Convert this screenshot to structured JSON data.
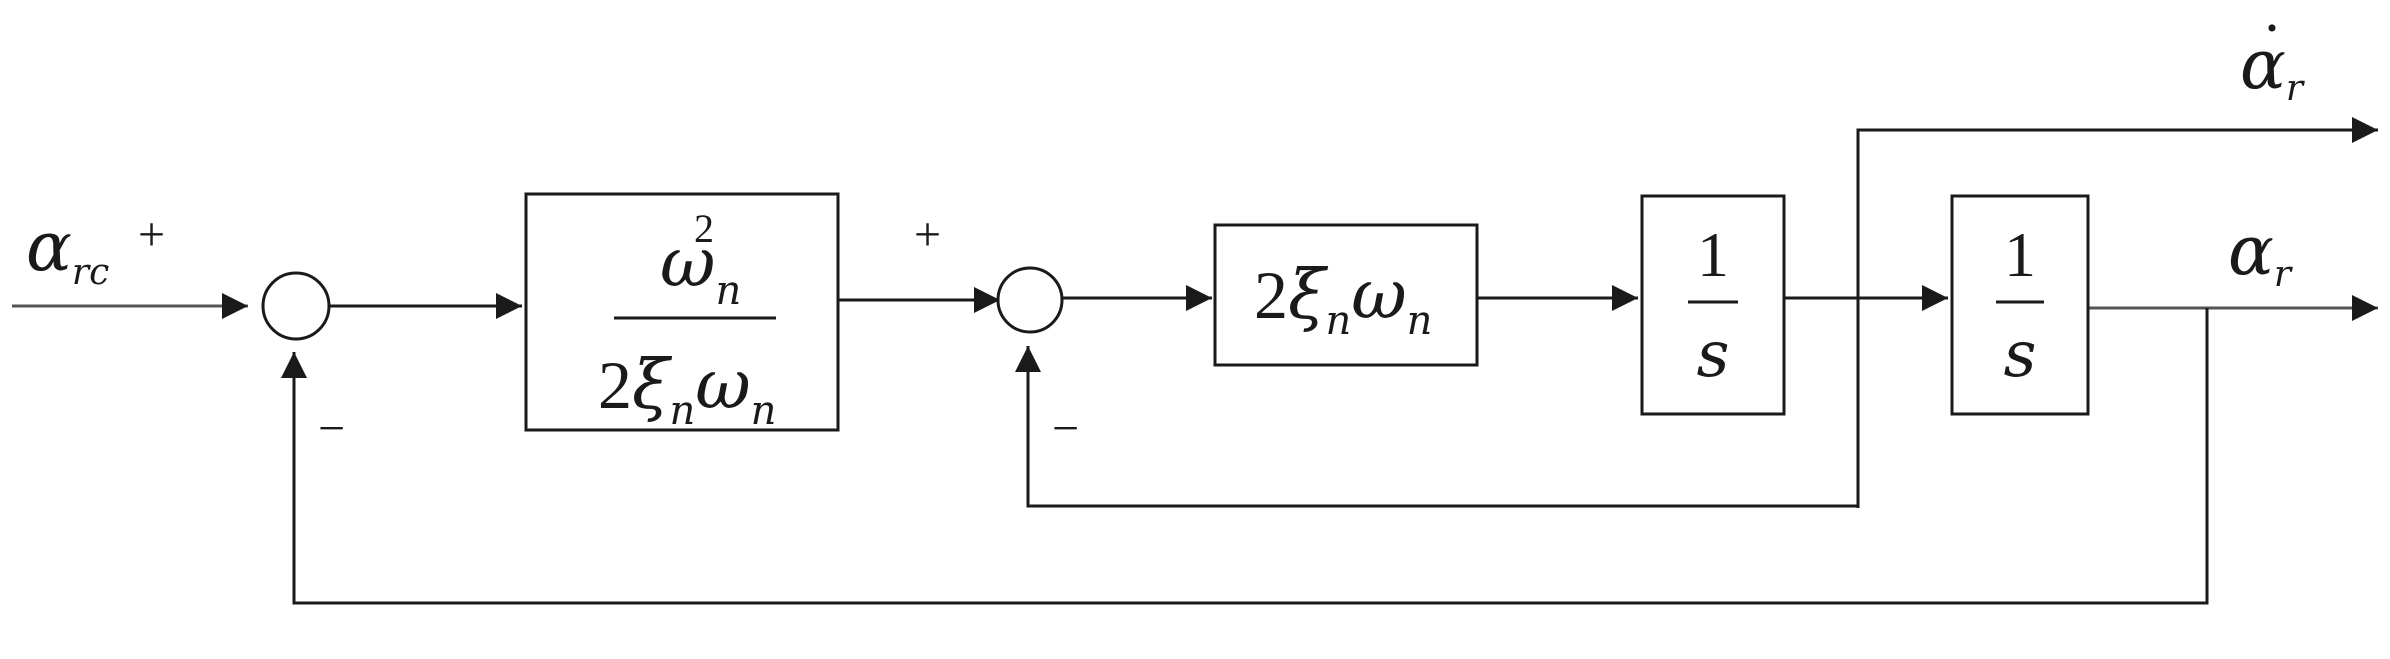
{
  "diagram": {
    "input": {
      "symbol": "α",
      "subscript": "rc"
    },
    "output_rate": {
      "symbol": "α",
      "subscript": "r",
      "dot": "·"
    },
    "output": {
      "symbol": "α",
      "subscript": "r"
    },
    "signs": {
      "sum1_plus": "+",
      "sum1_minus": "−",
      "sum2_plus": "+",
      "sum2_minus": "−"
    },
    "blocks": {
      "gain1": {
        "num_symbol": "ω",
        "num_sub": "n",
        "num_sup": "2",
        "den_coef": "2",
        "den_sym1": "ξ",
        "den_sub1": "n",
        "den_sym2": "ω",
        "den_sub2": "n"
      },
      "gain2": {
        "coef": "2",
        "sym1": "ξ",
        "sub1": "n",
        "sym2": "ω",
        "sub2": "n"
      },
      "integrator1": {
        "numerator": "1",
        "denominator": "s"
      },
      "integrator2": {
        "numerator": "1",
        "denominator": "s"
      }
    },
    "colors": {
      "line": "#1a1a1a",
      "input_line": "#555555"
    }
  }
}
